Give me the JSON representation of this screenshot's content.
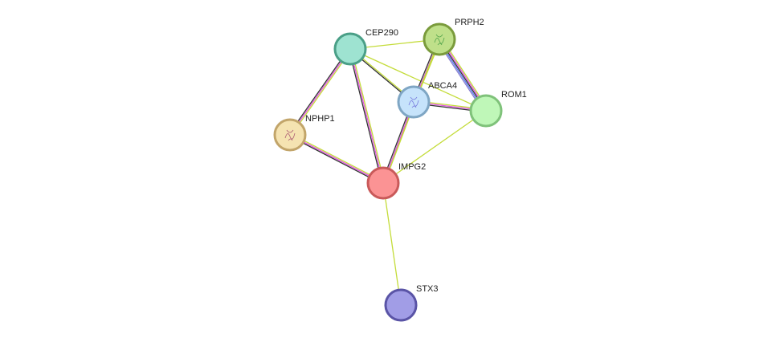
{
  "network": {
    "colors": {
      "textmining": "#c4dc3a",
      "experimental": "#e056e0",
      "coexpression": "#333333",
      "database": "#5b7bef",
      "homology": "#8a80d0"
    },
    "nodes": [
      {
        "id": "CEP290",
        "label": "CEP290",
        "fill": "#9ee3d1",
        "stroke": "#4a9f87",
        "glyph": "none"
      },
      {
        "id": "PRPH2",
        "label": "PRPH2",
        "fill": "#bfe08a",
        "stroke": "#7a9b3c",
        "glyph": "structure-green"
      },
      {
        "id": "ABCA4",
        "label": "ABCA4",
        "fill": "#c6e3fb",
        "stroke": "#7fa6c4",
        "glyph": "structure-blue"
      },
      {
        "id": "ROM1",
        "label": "ROM1",
        "fill": "#bff7b8",
        "stroke": "#7fc27a",
        "glyph": "none"
      },
      {
        "id": "NPHP1",
        "label": "NPHP1",
        "fill": "#f5e3b1",
        "stroke": "#c2a56a",
        "glyph": "structure-red"
      },
      {
        "id": "IMPG2",
        "label": "IMPG2",
        "fill": "#fb9394",
        "stroke": "#c95a5a",
        "glyph": "none"
      },
      {
        "id": "STX3",
        "label": "STX3",
        "fill": "#a19de6",
        "stroke": "#5a54a6",
        "glyph": "none"
      }
    ],
    "edges": [
      {
        "source": "CEP290",
        "target": "PRPH2",
        "evidence": [
          "textmining"
        ]
      },
      {
        "source": "CEP290",
        "target": "ABCA4",
        "evidence": [
          "textmining",
          "coexpression"
        ]
      },
      {
        "source": "CEP290",
        "target": "ROM1",
        "evidence": [
          "textmining"
        ]
      },
      {
        "source": "CEP290",
        "target": "NPHP1",
        "evidence": [
          "textmining",
          "experimental",
          "coexpression"
        ]
      },
      {
        "source": "CEP290",
        "target": "IMPG2",
        "evidence": [
          "textmining",
          "experimental",
          "coexpression"
        ]
      },
      {
        "source": "PRPH2",
        "target": "ABCA4",
        "evidence": [
          "textmining",
          "experimental",
          "coexpression"
        ]
      },
      {
        "source": "PRPH2",
        "target": "ROM1",
        "evidence": [
          "textmining",
          "experimental",
          "coexpression",
          "database",
          "homology"
        ]
      },
      {
        "source": "PRPH2",
        "target": "IMPG2",
        "evidence": [
          "textmining"
        ]
      },
      {
        "source": "ABCA4",
        "target": "ROM1",
        "evidence": [
          "textmining",
          "experimental",
          "coexpression"
        ]
      },
      {
        "source": "ABCA4",
        "target": "IMPG2",
        "evidence": [
          "textmining",
          "experimental",
          "coexpression"
        ]
      },
      {
        "source": "NPHP1",
        "target": "IMPG2",
        "evidence": [
          "textmining",
          "experimental",
          "coexpression"
        ]
      },
      {
        "source": "ROM1",
        "target": "IMPG2",
        "evidence": [
          "textmining"
        ]
      },
      {
        "source": "IMPG2",
        "target": "STX3",
        "evidence": [
          "textmining"
        ]
      }
    ]
  }
}
